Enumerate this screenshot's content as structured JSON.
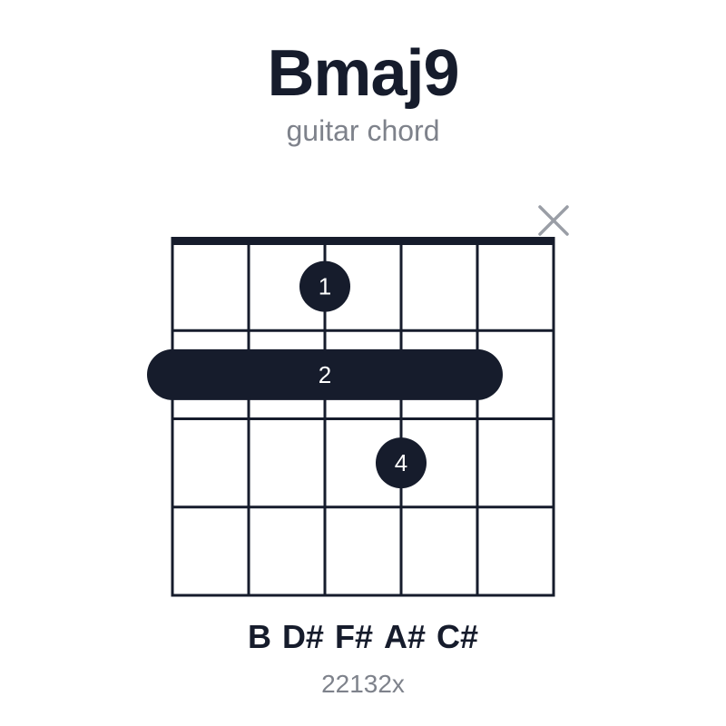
{
  "chord": {
    "name": "Bmaj9",
    "subtitle": "guitar chord",
    "notes": [
      "B",
      "D#",
      "F#",
      "A#",
      "C#"
    ],
    "fingering": "22132x"
  },
  "diagram": {
    "strings": 6,
    "frets": 4,
    "muted_strings": [
      6
    ],
    "barre": {
      "fret": 2,
      "from_string": 1,
      "to_string": 5,
      "finger": "2"
    },
    "dots": [
      {
        "string": 3,
        "fret": 1,
        "finger": "1"
      },
      {
        "string": 4,
        "fret": 3,
        "finger": "4"
      }
    ],
    "colors": {
      "ink": "#161c2c",
      "muted": "#9a9ea6",
      "dot_text": "#ffffff"
    }
  }
}
